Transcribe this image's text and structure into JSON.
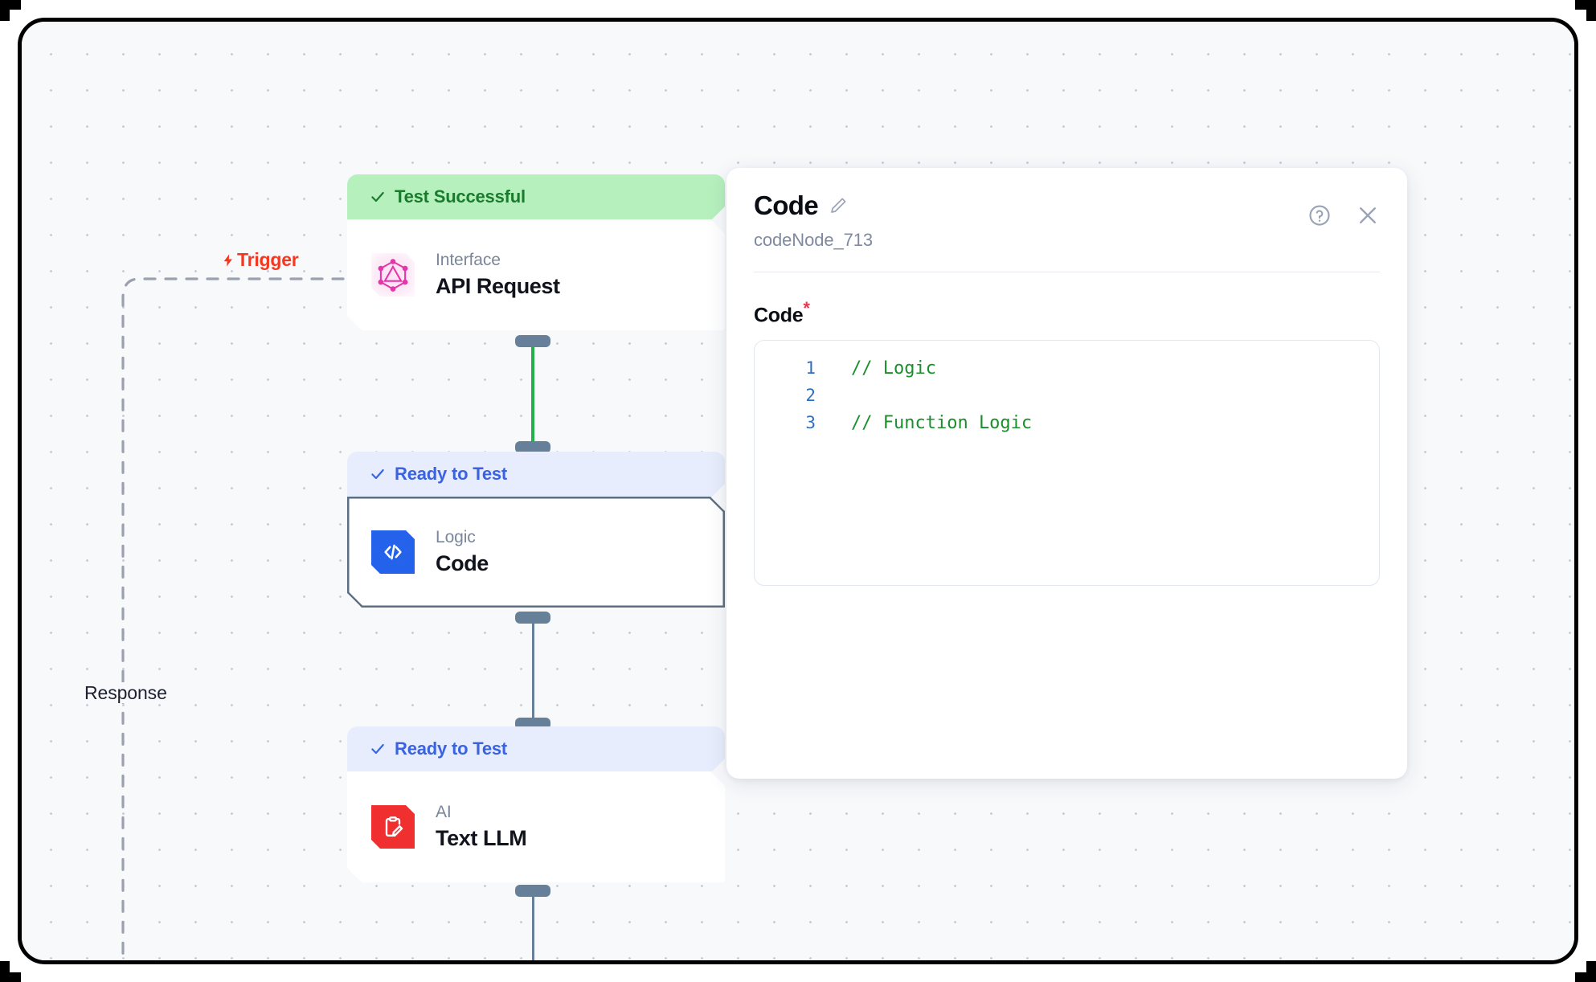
{
  "canvas": {
    "trigger_label": "Trigger",
    "trigger_icon": "lightning-bolt-icon",
    "response_label": "Response"
  },
  "nodes": [
    {
      "status": "Test Successful",
      "status_type": "success",
      "status_color": "#1a7a2e",
      "status_bg": "#b6f0bd",
      "kind": "Interface",
      "title": "API Request",
      "icon": "graphql-icon",
      "icon_color": "#e535ab",
      "selected": false
    },
    {
      "status": "Ready to Test",
      "status_type": "ready",
      "status_color": "#3b63e0",
      "status_bg": "#e7edfc",
      "kind": "Logic",
      "title": "Code",
      "icon": "code-brackets-icon",
      "icon_color": "#2563eb",
      "selected": true
    },
    {
      "status": "Ready to Test",
      "status_type": "ready",
      "status_color": "#3b63e0",
      "status_bg": "#e7edfc",
      "kind": "AI",
      "title": "Text LLM",
      "icon": "clipboard-pencil-icon",
      "icon_color": "#f03030",
      "selected": false
    }
  ],
  "connectors": [
    {
      "from": "API Request",
      "to": "Code",
      "color": "#22b14c"
    },
    {
      "from": "Code",
      "to": "Text LLM",
      "color": "#67809a"
    }
  ],
  "panel": {
    "title": "Code",
    "edit_icon": "pencil-icon",
    "subtitle": "codeNode_713",
    "help_icon": "help-circle-icon",
    "close_icon": "close-icon",
    "field_label": "Code",
    "required_marker": "*",
    "code_lines": [
      {
        "number": "1",
        "text": "// Logic"
      },
      {
        "number": "2",
        "text": ""
      },
      {
        "number": "3",
        "text": "// Function Logic"
      }
    ]
  }
}
